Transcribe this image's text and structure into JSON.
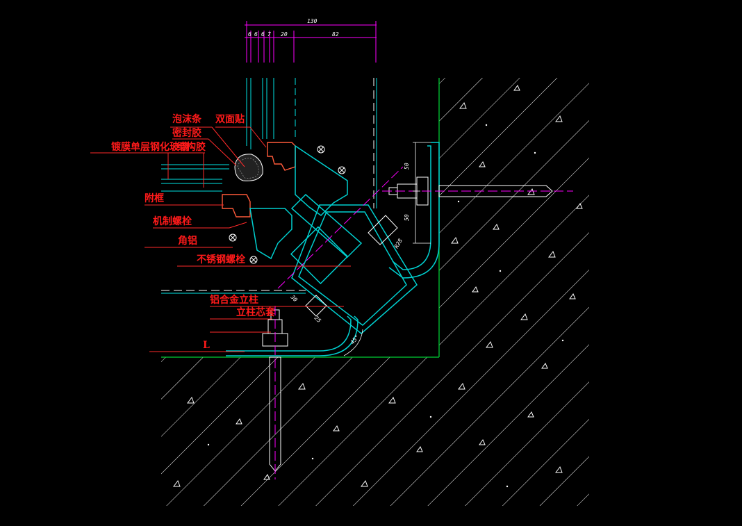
{
  "colors": {
    "background": "#000000",
    "profile": "#00d0d0",
    "dimension": "#ff00ff",
    "callout": "#ff1a1a",
    "hatch": "#ffffff",
    "wall_edge": "#00cc33",
    "glass": "#00e5e5",
    "fastener": "#ffffff"
  },
  "dimensions": {
    "overall": "130",
    "segments": [
      "6",
      "6",
      "6",
      "7",
      "20",
      "82"
    ],
    "bracket_upper": "50",
    "bracket_lower": "50",
    "radius": "R28",
    "angle": "45°",
    "small_1": "30",
    "small_2": "25"
  },
  "callouts": {
    "foam_strip": "泡沫条",
    "double_tape": "双面贴",
    "sealant": "密封胶",
    "glass": "镀膜单层钢化玻璃",
    "structural_sealant": "结构胶",
    "sub_frame": "附框",
    "machine_screw": "机制螺栓",
    "angle_aluminum": "角铝",
    "stainless_bolt": "不锈钢螺栓",
    "aluminum_mullion": "铝合金立柱",
    "mullion_core": "立柱芯套",
    "L_mark": "L"
  }
}
